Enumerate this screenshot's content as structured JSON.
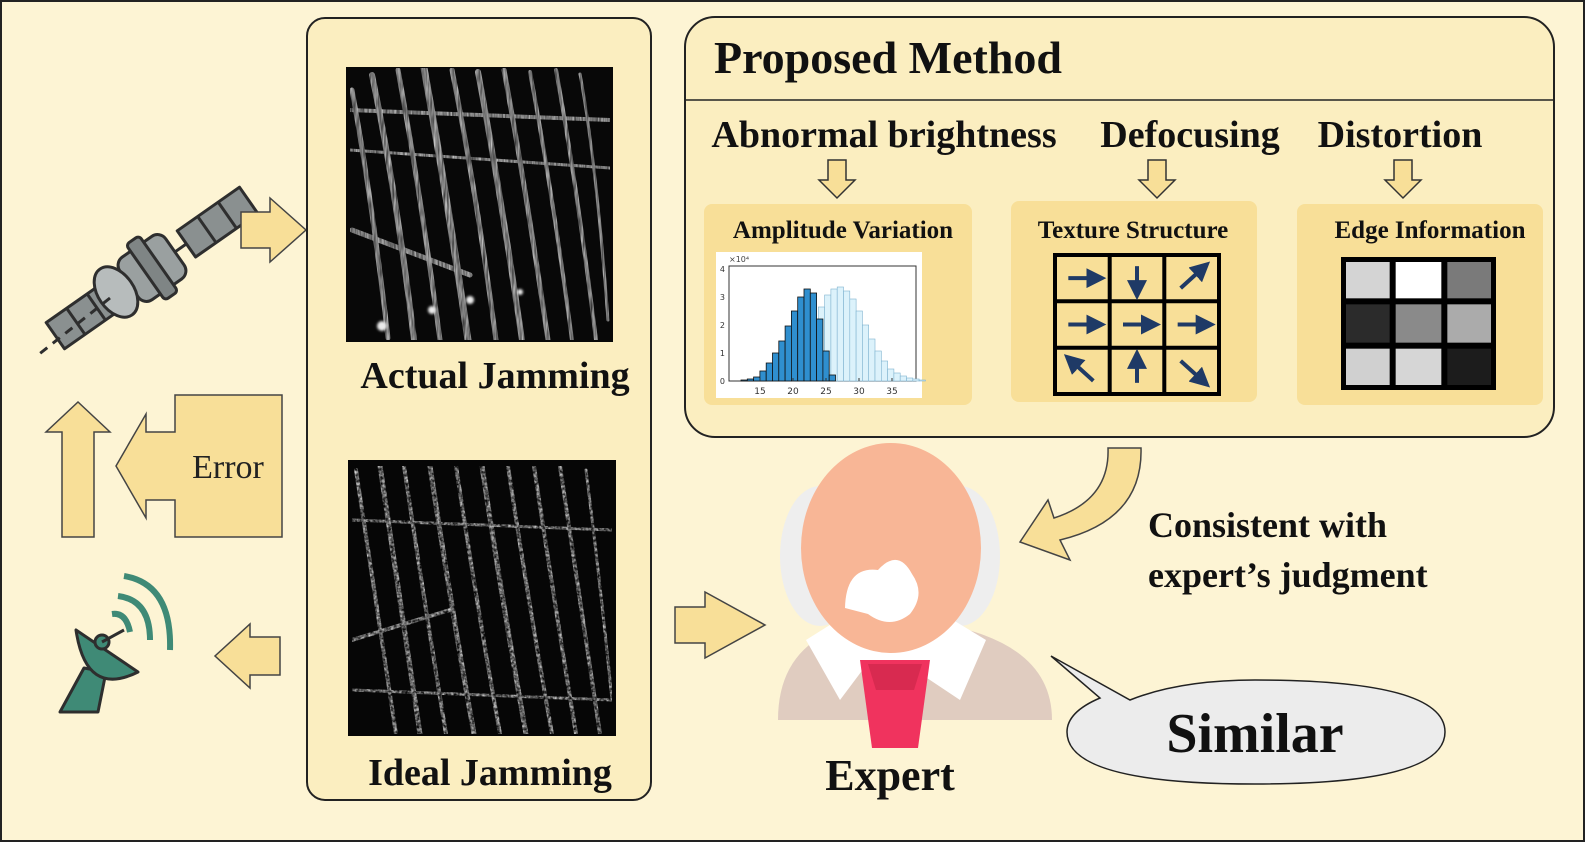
{
  "left": {
    "error_label": "Error"
  },
  "center": {
    "actual_label": "Actual Jamming",
    "ideal_label": "Ideal Jamming"
  },
  "method": {
    "title": "Proposed Method",
    "features": [
      "Abnormal brightness",
      "Defocusing",
      "Distortion"
    ],
    "panels": [
      "Amplitude Variation",
      "Texture Structure",
      "Edge Information"
    ]
  },
  "histogram": {
    "exponent_label": "×10⁴",
    "y_ticks": [
      "0",
      "1",
      "2",
      "3",
      "4"
    ],
    "x_ticks": [
      "15",
      "20",
      "25",
      "30",
      "35"
    ]
  },
  "texture_grid": {
    "arrows": [
      "right",
      "down",
      "up-right",
      "right",
      "right",
      "right",
      "up-left",
      "up",
      "down-right"
    ]
  },
  "edge_grid": {
    "cells": [
      "#d4d4d4",
      "#ffffff",
      "#7a7a7a",
      "#2b2b2b",
      "#8a8a8a",
      "#ababab",
      "#d0d0d0",
      "#d6d6d6",
      "#1c1c1c"
    ]
  },
  "expert": {
    "label": "Expert",
    "consistent_label": "Consistent with\nexpert’s judgment",
    "speech": "Similar"
  },
  "colors": {
    "background": "#fdf4d4",
    "arrow_fill": "#f8df98",
    "panel": "#f8df98",
    "antenna": "#3f8a76",
    "tie": "#f0335e",
    "skin": "#f8b696"
  }
}
